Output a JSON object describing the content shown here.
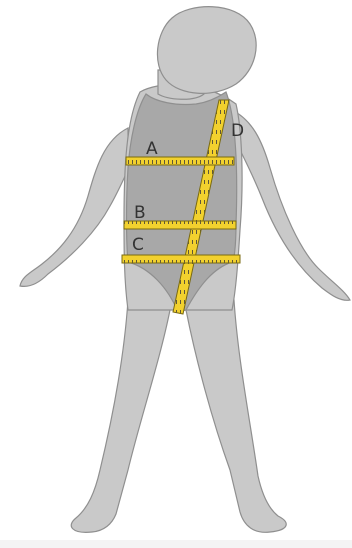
{
  "figure": {
    "labels": {
      "a": "A",
      "b": "B",
      "c": "C",
      "d": "D"
    },
    "colors": {
      "skin": "#c9c9c9",
      "outline": "#8f8f8f",
      "suit": "#a8a8a8",
      "tape": "#f2d12e",
      "tape_edge": "#7a6a10",
      "tick": "#3a3a3a",
      "bar": "#f4f4f4"
    },
    "icons": [
      "child-silhouette-icon",
      "measuring-tape-icon"
    ]
  }
}
